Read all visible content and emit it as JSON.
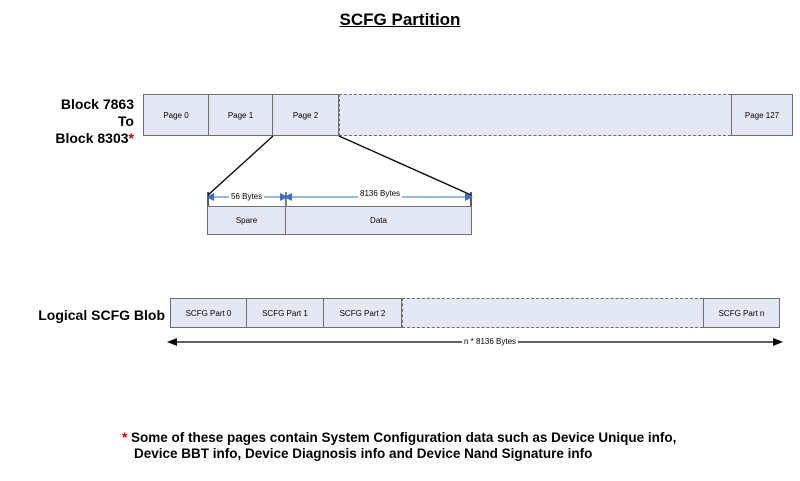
{
  "title": "SCFG Partition",
  "block_label": {
    "line1": "Block 7863",
    "line2": "To",
    "line3": "Block 8303",
    "star": "*"
  },
  "pages": [
    {
      "label": "Page 0"
    },
    {
      "label": "Page 1"
    },
    {
      "label": "Page 2"
    },
    {
      "label": ""
    },
    {
      "label": "Page 127"
    }
  ],
  "page_layout": {
    "spare_size": "56 Bytes",
    "data_size": "8136 Bytes",
    "spare_label": "Spare",
    "data_label": "Data"
  },
  "blob_label": "Logical SCFG Blob",
  "blob_parts": [
    {
      "label": "SCFG Part 0"
    },
    {
      "label": "SCFG Part 1"
    },
    {
      "label": "SCFG Part 2"
    },
    {
      "label": ""
    },
    {
      "label": "SCFG Part n"
    }
  ],
  "blob_size": "n * 8136  Bytes",
  "footnote": {
    "star": "*",
    "line1": " Some of these pages contain System Configuration data such as Device Unique info,",
    "line2": "Device BBT info, Device Diagnosis info and Device Nand Signature info"
  },
  "colors": {
    "cell_fill": "#e3e8f4",
    "border": "#6f6f6f",
    "arrow": "#3b6fc6",
    "star": "#d00000"
  }
}
